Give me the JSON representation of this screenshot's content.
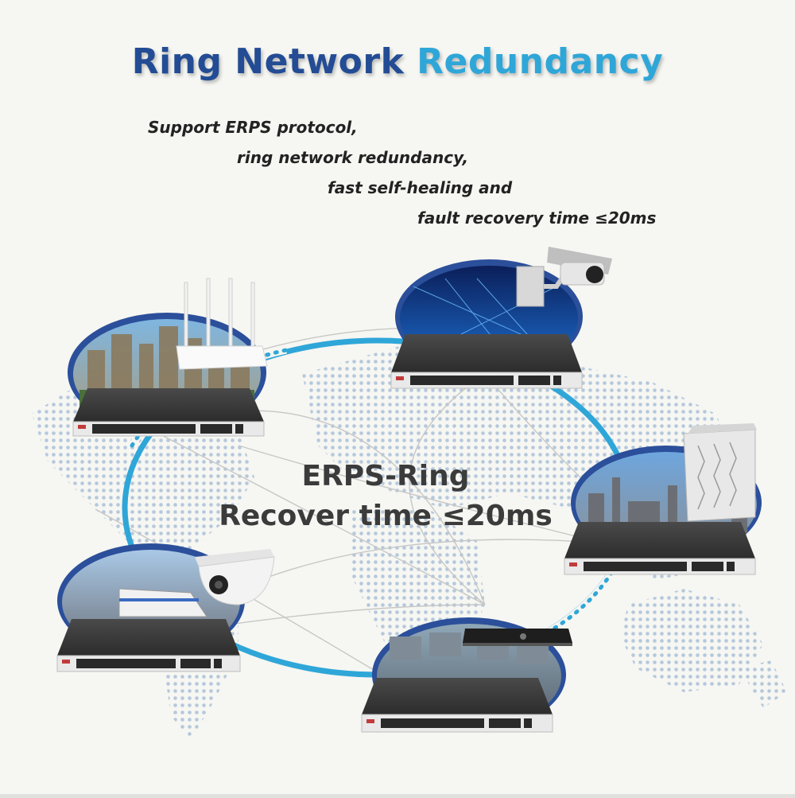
{
  "header": {
    "title_part1": "Ring Network",
    "title_part2": "Redundancy"
  },
  "features": [
    "Support ERPS protocol,",
    "ring network redundancy,",
    "fast self-healing and",
    "fault recovery time ≤20ms"
  ],
  "ring": {
    "line1": "ERPS-Ring",
    "line2": "Recover time ≤20ms"
  },
  "colors": {
    "title_dark": "#234c94",
    "title_light": "#2fa6d8",
    "ring_blue": "#2fa6d8",
    "switch_body": "#3a3a3a"
  },
  "nodes": [
    {
      "scene": "city-buildings-scene",
      "device": "wifi-router-icon"
    },
    {
      "scene": "traffic-city-scene",
      "device": "bullet-camera-icon"
    },
    {
      "scene": "industrial-plant-scene",
      "device": "outdoor-cabinet-icon"
    },
    {
      "scene": "monitoring-room-scene",
      "device": "nvr-recorder-icon"
    },
    {
      "scene": "high-speed-rail-scene",
      "device": "dome-camera-icon"
    }
  ]
}
